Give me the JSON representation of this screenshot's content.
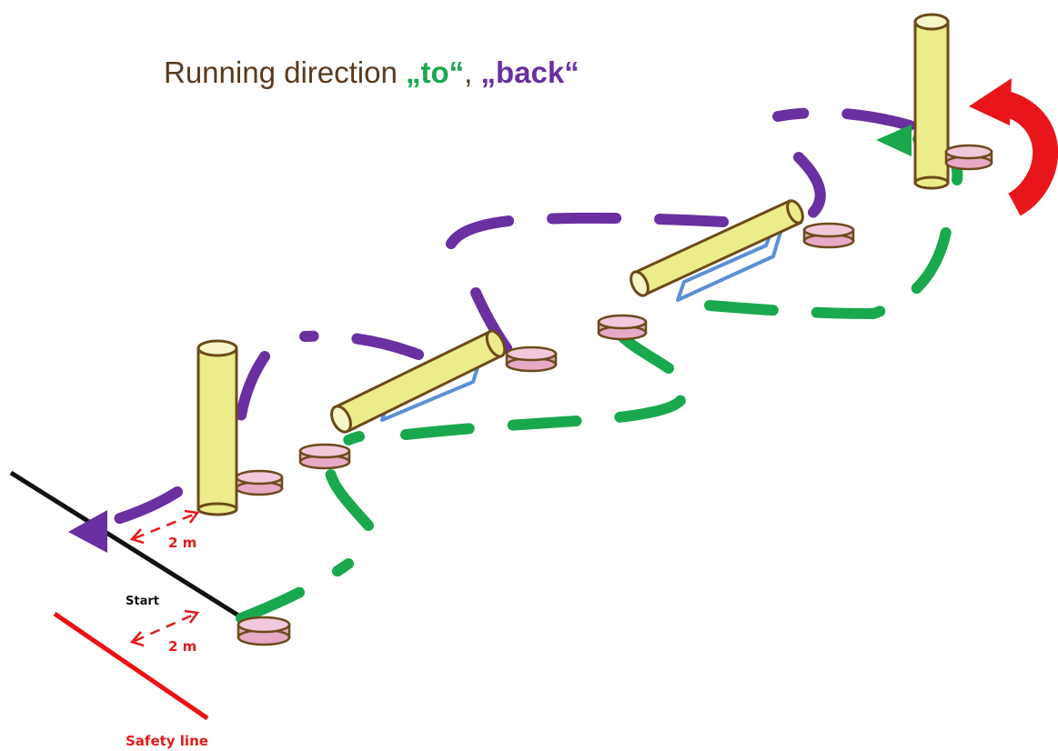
{
  "title": {
    "prefix": "Running direction ",
    "to": "„to“",
    "separator": ", ",
    "back": "„back“"
  },
  "labels": {
    "distance_upper": "2 m",
    "distance_lower": "2 m",
    "start": "Start",
    "safety_line": "Safety line"
  },
  "colors": {
    "title_text": "#5a3a1e",
    "to_route": "#1aa84e",
    "back_route": "#6a2fa0",
    "pole_fill": "#ecec8a",
    "pole_stroke": "#6b4a1a",
    "marker_fill": "#e7a9c6",
    "turn_arrow": "#e8161b",
    "safety_line": "#ee1111",
    "start_line": "#111111",
    "ramp": "#5b8fd6",
    "distance_label": "#e11b1b"
  },
  "icons": [
    "turn-arrow-icon",
    "direction-arrow-icon",
    "double-arrow-icon"
  ]
}
